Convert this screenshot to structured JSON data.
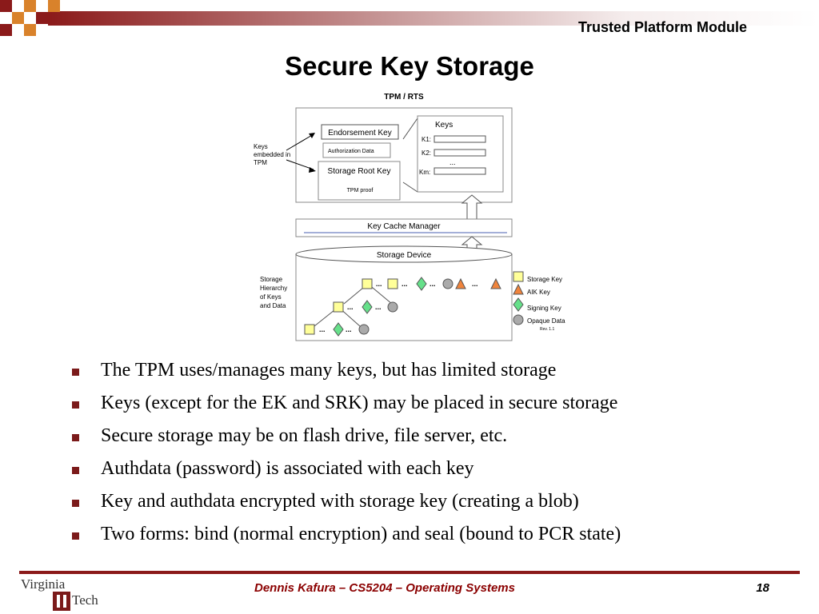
{
  "header": {
    "title": "Trusted Platform Module"
  },
  "slide": {
    "title": "Secure Key Storage"
  },
  "diagram": {
    "tpm_label": "TPM / RTS",
    "endorsement_key": "Endorsement Key",
    "authorization_data": "Authorization Data",
    "storage_root_key": "Storage Root Key",
    "tpm_proof": "TPM proof",
    "keys_header": "Keys",
    "k1": "K1:",
    "k2": "K2:",
    "km": "Km:",
    "ellipsis": "...",
    "keys_embedded": [
      "Keys",
      "embedded in",
      "TPM"
    ],
    "key_cache_manager": "Key Cache Manager",
    "storage_device": "Storage Device",
    "storage_hierarchy": [
      "Storage",
      "Hierarchy",
      "of Keys",
      "and Data"
    ],
    "legend": {
      "storage_key": "Storage Key",
      "aik_key": "AIK Key",
      "signing_key": "Signing Key",
      "opaque_data": "Opaque Data",
      "rev": "Rev. 1.1"
    }
  },
  "bullets": [
    "The TPM uses/manages many keys, but has limited storage",
    "Keys (except for the EK and SRK) may be placed in secure storage",
    "Secure storage may be on flash drive, file server, etc.",
    "Authdata (password) is associated with each key",
    "Key and authdata encrypted with storage key (creating a blob)",
    "Two forms: bind (normal encryption) and seal (bound to PCR state)"
  ],
  "footer": {
    "text": "Dennis Kafura – CS5204 – Operating Systems",
    "page_number": "18",
    "logo_top": "Virginia",
    "logo_bottom": "Tech"
  },
  "colors": {
    "maroon": "#8b1a1a",
    "orange": "#d9822b",
    "storage_key": "#ffff99",
    "aik_key": "#f0843c",
    "signing_key": "#66e08a",
    "opaque_data": "#aaaaaa"
  },
  "icons": {
    "bullet": "square-bullet-icon"
  }
}
